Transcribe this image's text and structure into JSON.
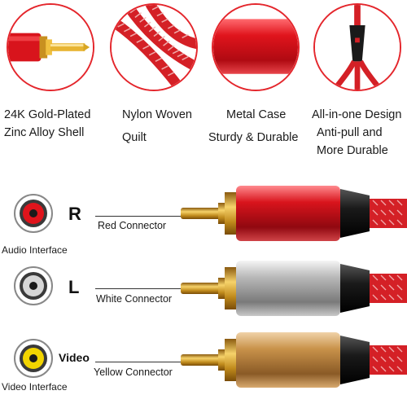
{
  "features": [
    {
      "lines": [
        "24K Gold-Plated",
        "Zinc Alloy Shell"
      ]
    },
    {
      "lines": [
        "Nylon Woven",
        "Quilt"
      ]
    },
    {
      "lines": [
        "Metal Case",
        "Sturdy & Durable"
      ]
    },
    {
      "lines": [
        "All-in-one Design",
        "Anti-pull and",
        "More Durable"
      ]
    }
  ],
  "channels": [
    {
      "letter": "R",
      "connector": "Red Connector",
      "interface": "Audio Interface",
      "jack_color": "#e0141c",
      "body_color": "#d8141c"
    },
    {
      "letter": "L",
      "connector": "White Connector",
      "interface": "",
      "jack_color": "#c9c9c9",
      "body_color": "#b8b8b8"
    },
    {
      "letter": "Video",
      "connector": "Yellow Connector",
      "interface": "Video Interface",
      "jack_color": "#f2d400",
      "body_color": "#c8924a"
    }
  ],
  "colors": {
    "accent": "#e4262c",
    "gold": "#d8a623",
    "cable": "#d42026"
  }
}
